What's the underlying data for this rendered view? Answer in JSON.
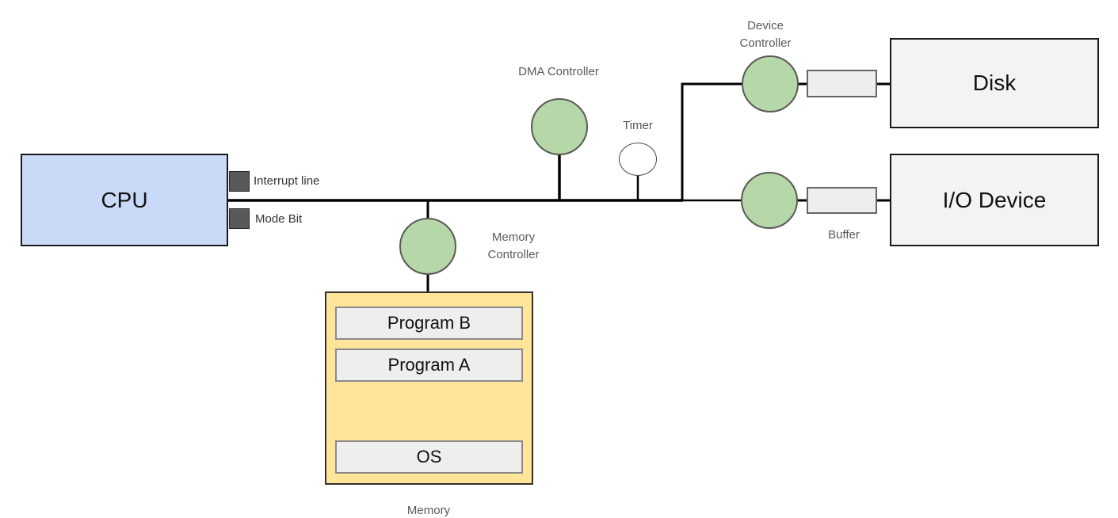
{
  "colors": {
    "cpu_fill": "#c9daf8",
    "memory_fill": "#ffe599",
    "device_fill": "#f3f3f3",
    "buffer_fill": "#eeeeee",
    "slot_fill": "#eeeeee",
    "controller_fill": "#b6d7a8",
    "controller_border": "#595959",
    "port_fill": "#595959",
    "box_border": "#1a1a1a",
    "wire_color": "#000000",
    "label_color": "#595959",
    "port_label_color": "#333333"
  },
  "cpu": {
    "label": "CPU"
  },
  "ports": {
    "interrupt_label": "Interrupt line",
    "mode_label": "Mode Bit"
  },
  "controllers": {
    "memory_label": "Memory Controller",
    "dma_label": "DMA Controller",
    "device_label": "Device Controller"
  },
  "timer": {
    "label": "Timer"
  },
  "buffers": {
    "label": "Buffer"
  },
  "devices": {
    "disk_label": "Disk",
    "io_label": "I/O Device"
  },
  "memory": {
    "label": "Memory",
    "programs": [
      "Program B",
      "Program A",
      "OS"
    ]
  }
}
